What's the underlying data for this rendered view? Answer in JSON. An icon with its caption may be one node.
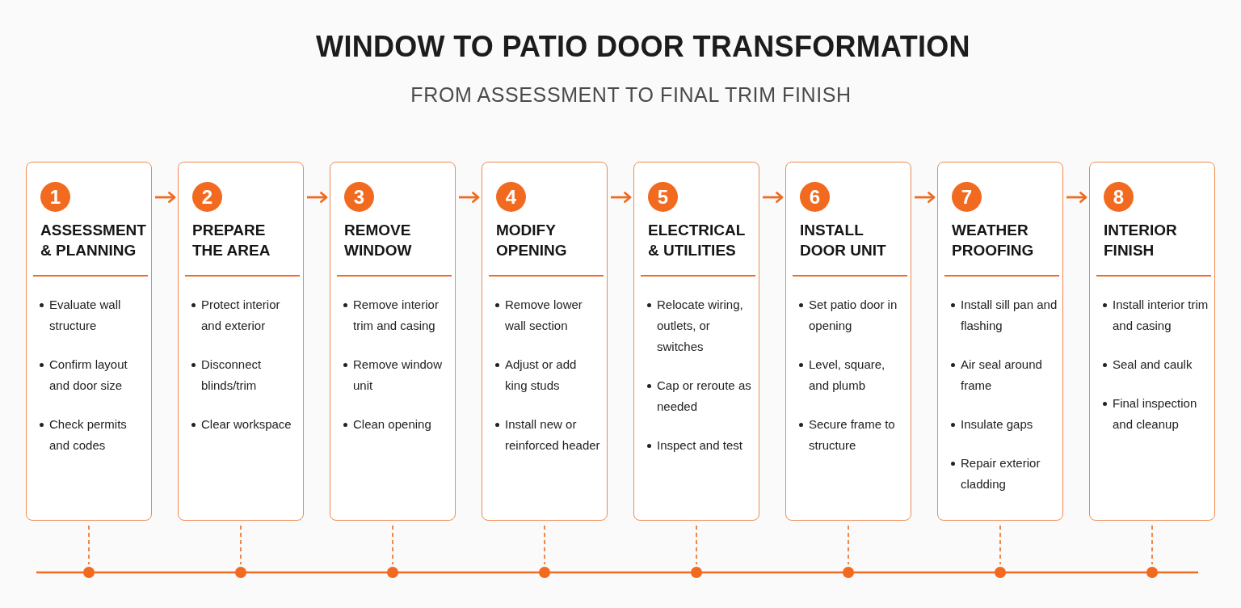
{
  "diagram": {
    "title": "WINDOW TO PATIO DOOR TRANSFORMATION",
    "labels": [
      "FROM ASSESSMENT TO FINAL TRIM FINISH"
    ],
    "nodes": [
      {
        "text": [
          "ASSESSMENT & PLANNING",
          "Evaluate wall structure",
          "Confirm layout and door size",
          "Check permits and codes"
        ]
      },
      {
        "text": [
          "1"
        ],
        "in": 0
      },
      {
        "text": [
          "PREPARE THE AREA",
          "Protect interior and exterior",
          "Disconnect blinds/trim",
          "Clear workspace"
        ]
      },
      {
        "text": [
          "2"
        ],
        "in": 2
      },
      {
        "text": [
          "REMOVE WINDOW",
          "Remove interior trim and casing",
          "Remove window unit",
          "Clean opening"
        ]
      },
      {
        "text": [
          "3"
        ],
        "in": 4
      },
      {
        "text": [
          "MODIFY OPENING",
          "Remove lower wall section",
          "Adjust or add king studs",
          "Install new or reinforced header"
        ]
      },
      {
        "text": [
          "4"
        ],
        "in": 6
      },
      {
        "text": [
          "ELECTRICAL & UTILITIES",
          "Relocate wiring, outlets, or switches",
          "Cap or reroute as needed",
          "Inspect and test"
        ]
      },
      {
        "text": [
          "5"
        ],
        "in": 8
      },
      {
        "text": [
          "INSTALL DOOR UNIT",
          "Set patio door in opening",
          "Level, square, and plumb",
          "Secure frame to structure"
        ]
      },
      {
        "text": [
          "6"
        ],
        "in": 10
      },
      {
        "text": [
          "WEATHER PROOFING",
          "Install sill pan and flashing",
          "Air seal around frame",
          "Insulate gaps",
          "Repair exterior cladding"
        ]
      },
      {
        "text": [
          "7"
        ],
        "in": 12
      },
      {
        "text": [
          "INTERIOR FINISH",
          "Install interior trim and casing",
          "Seal and caulk",
          "Final inspection and cleanup"
        ]
      },
      {
        "text": [
          "8"
        ],
        "in": 14
      },
      {
        "text": [],
        "shape": "circle"
      },
      {
        "text": [],
        "shape": "circle"
      },
      {
        "text": [],
        "shape": "circle"
      },
      {
        "text": [],
        "shape": "circle"
      },
      {
        "text": [],
        "shape": "circle"
      },
      {
        "text": [],
        "shape": "circle"
      },
      {
        "text": [],
        "shape": "circle"
      },
      {
        "text": [],
        "shape": "circle"
      }
    ],
    "edges": [
      {
        "from": 0,
        "to": 2,
        "arrow": "to"
      },
      {
        "from": 2,
        "to": 4,
        "arrow": "to"
      },
      {
        "from": 4,
        "to": 6,
        "arrow": "to"
      },
      {
        "from": 6,
        "to": 8,
        "arrow": "to"
      },
      {
        "from": 8,
        "to": 10,
        "arrow": "to"
      },
      {
        "from": 10,
        "to": 12,
        "arrow": "to"
      },
      {
        "from": 12,
        "to": 14,
        "arrow": "to"
      },
      {
        "from": 0,
        "to": 16,
        "arrow": "none",
        "style": "dashed"
      },
      {
        "from": 2,
        "to": 17,
        "arrow": "none",
        "style": "dashed"
      },
      {
        "from": 4,
        "to": 18,
        "arrow": "none",
        "style": "dashed"
      },
      {
        "from": 6,
        "to": 19,
        "arrow": "none",
        "style": "dashed"
      },
      {
        "from": 8,
        "to": 20,
        "arrow": "none",
        "style": "dashed"
      },
      {
        "from": 10,
        "to": 21,
        "arrow": "none",
        "style": "dashed"
      },
      {
        "from": 12,
        "to": 22,
        "arrow": "none",
        "style": "dashed"
      },
      {
        "from": 14,
        "to": 23,
        "arrow": "none",
        "style": "dashed"
      }
    ]
  }
}
